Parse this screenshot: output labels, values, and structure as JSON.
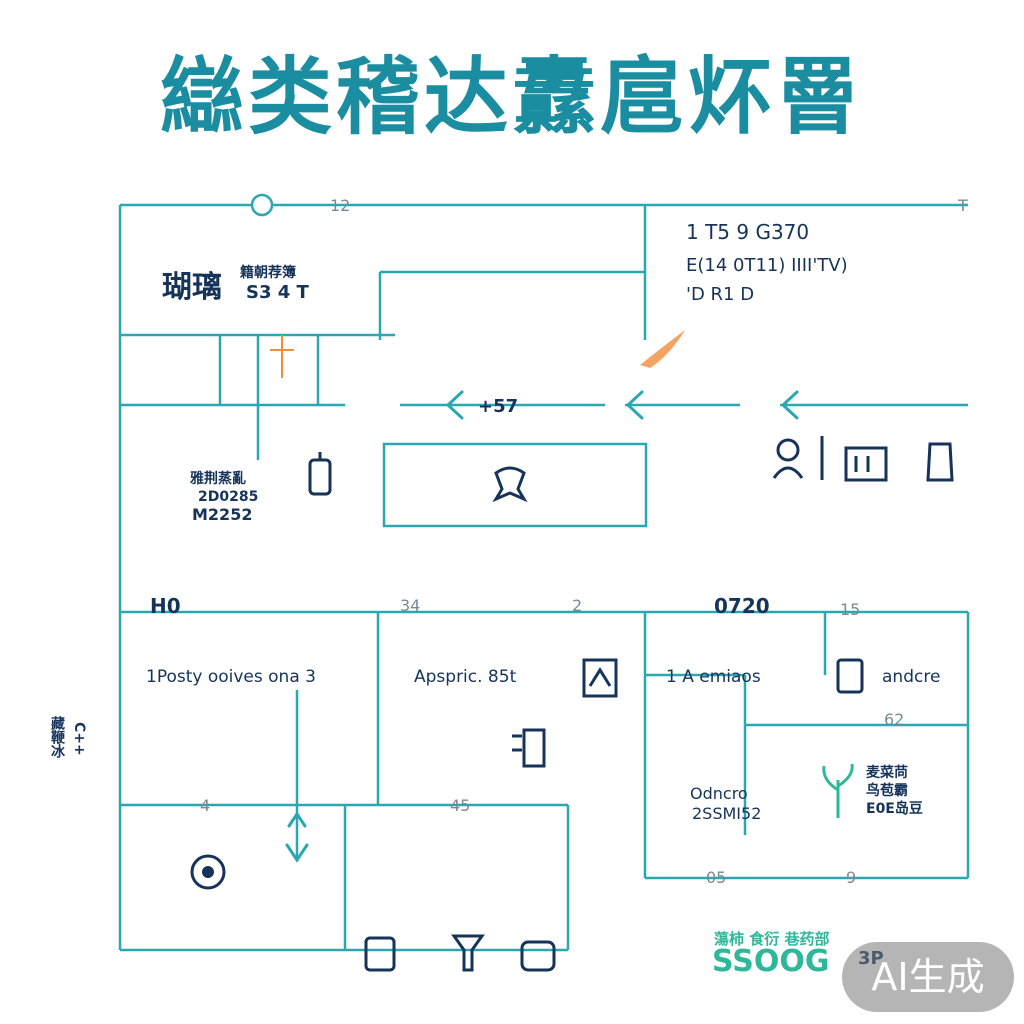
{
  "title": "䜌类稽达纛扈炋罾",
  "labels": {
    "top_mid": "12",
    "top_right": "T",
    "left_cjk": "瑚璃",
    "left_cjk_sub": "籍朝荐簿",
    "left_code": "S3 4 T",
    "right_l1": "1 T5 9 G370",
    "right_l2": "E(14 0T11) IIII'TV)",
    "right_l3": "'D R1 D",
    "arrow_mid": "+57",
    "left_block_l1": "雅荆蒸亂",
    "left_block_l2": "2D0285",
    "left_block_l3": "M2252",
    "mid_h": "H0",
    "mid_34": "34",
    "mid_2": "2",
    "mid_0720": "0720",
    "mid_15": "15",
    "row_post": "1Posty ooives ona 3",
    "row_apspric": "Apspric. 85t",
    "row_1sa": "1 A  emiaos",
    "row_andcre": "andcre",
    "val_62": "62",
    "ode_l1": "Odncro",
    "ode_l2": "2SSMI52",
    "right_cjk_l1": "麦菜苘",
    "right_cjk_l2": "鸟苞霸",
    "right_cjk_l3": "E0E岛豆",
    "side_vert_l1": "藏鞭冰",
    "side_vert_l2": "C++",
    "b_4": "4",
    "b_45": "45",
    "b_05": "05",
    "b_9": "9",
    "bottom_cjk": "蕩柿 食衍 巷药部",
    "bottom_code": "SSOOG",
    "bottom_code2": "3P",
    "ai_badge": "AI生成"
  },
  "colors": {
    "line": "#2aa7b0",
    "ink": "#16335a",
    "title": "#1a8ea0",
    "accent": "#f08c3c",
    "mint": "#2fb79a"
  }
}
